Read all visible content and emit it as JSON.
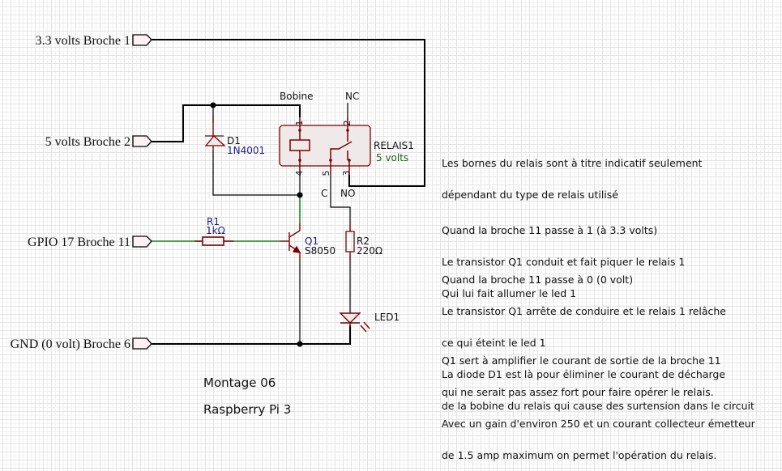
{
  "ports": {
    "p33": "3.3 volts Broche 1",
    "p5": "5 volts Broche 2",
    "gpio": "GPIO 17 Broche 11",
    "gnd": "GND (0 volt) Broche 6"
  },
  "relay": {
    "ref": "RELAIS1",
    "value": "5 volts",
    "coil_label": "Bobine",
    "nc_label": "NC",
    "c_label": "C",
    "no_label": "NO",
    "pins": [
      "1",
      "2",
      "4",
      "5",
      "3"
    ]
  },
  "diode": {
    "ref": "D1",
    "value": "1N4001"
  },
  "r1": {
    "ref": "R1",
    "value": "1kΩ"
  },
  "q1": {
    "ref": "Q1",
    "value": "S8050"
  },
  "r2": {
    "ref": "R2",
    "value": "220Ω"
  },
  "led": {
    "ref": "LED1"
  },
  "notes": [
    {
      "lines": [
        "Les bornes du relais sont à titre indicatif seulement",
        "dépendant du type de relais utilisé"
      ]
    },
    {
      "lines": [
        "Quand la broche 11 passe à 1 (à 3.3 volts)",
        "Le transistor Q1 conduit et fait piquer le relais 1",
        "Qui lui fait allumer le led 1"
      ]
    },
    {
      "lines": [
        "Quand la broche 11 passe à 0 (0 volt)",
        "Le transistor Q1 arrête de conduire et le relais 1 relâche",
        "ce qui éteint le led 1",
        "La diode D1 est là pour éliminer le courant de décharge",
        "de la bobine du relais qui cause des surtension dans le circuit"
      ]
    },
    {
      "lines": [
        "Q1 sert à amplifier le courant de sortie de la broche 11",
        "qui ne serait pas assez fort pour faire opérer le relais.",
        "Avec un gain d'environ 250 et un courant collecteur émetteur",
        "de 1.5 amp maximum on permet l'opération du relais."
      ]
    }
  ],
  "title": {
    "line1": "Montage 06",
    "line2": "Raspberry Pi 3"
  },
  "colors": {
    "wire": "#000000",
    "signal_wire": "#1a8a1a",
    "component": "#7a0000",
    "component_fill": "#efe9e9"
  }
}
